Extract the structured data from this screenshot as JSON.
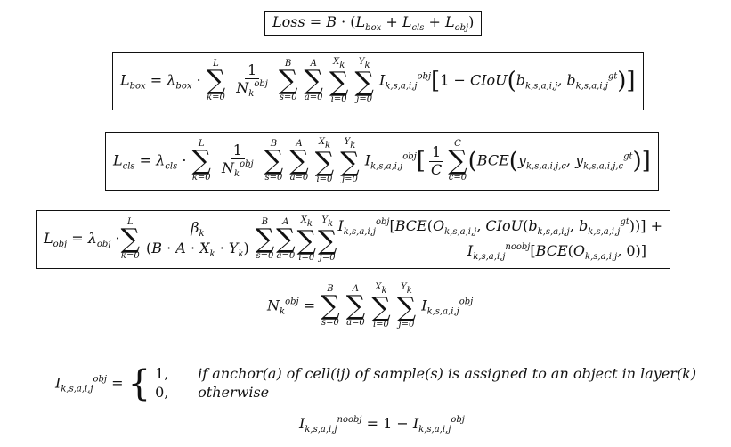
{
  "equations": {
    "loss": "Loss = B · (L_box + L_cls + L_obj)",
    "lbox": "L_box = λ_box · Σ_{k=0}^{L} 1/N_k^{obj} Σ_{s=0}^{B} Σ_{a=0}^{A} Σ_{i=0}^{X_k} Σ_{j=0}^{Y_k} I_{k,s,a,i,j}^{obj} [1 − CIoU(b_{k,s,a,i,j}, b_{k,s,a,i,j}^{gt})]",
    "lcls": "L_cls = λ_cls · Σ_{k=0}^{L} 1/N_k^{obj} Σ_{s=0}^{B} Σ_{a=0}^{A} Σ_{i=0}^{X_k} Σ_{j=0}^{Y_k} I_{k,s,a,i,j}^{obj} [ 1/C Σ_{c=0}^{C} (BCE(y_{k,s,a,i,j,c}, y_{k,s,a,i,j,c}^{gt}) ]",
    "lobj": "L_obj = λ_obj · Σ_{k=0}^{L} β_k/(B · A · X_k · Y_k) Σ_{s=0}^{B} Σ_{a=0}^{A} Σ_{i=0}^{X_k} Σ_{j=0}^{Y_k} I_{k,s,a,i,j}^{obj} [BCE(O_{k,s,a,i,j}, CIoU(b_{k,s,a,i,j}, b_{k,s,a,i,j}^{gt}))] + I_{k,s,a,i,j}^{noobj} [BCE(O_{k,s,a,i,j}, 0)]",
    "nobj": "N_k^{obj} = Σ_{s=0}^{B} Σ_{a=0}^{A} Σ_{i=0}^{X_k} Σ_{j=0}^{Y_k} I_{k,s,a,i,j}^{obj}",
    "iobj": "I_{k,s,a,i,j}^{obj} = {1, if anchor(a) of cell(ij) of sample(s) is assigned to an object in layer(k); 0, otherwise}",
    "inoobj": "I_{k,s,a,i,j}^{noobj} = 1 − I_{k,s,a,i,j}^{obj}"
  },
  "cases": {
    "one": "1,",
    "one_text": "if anchor(a) of cell(ij) of sample(s) is assigned to an object in layer(k)",
    "zero": "0,",
    "zero_text": "otherwise"
  }
}
